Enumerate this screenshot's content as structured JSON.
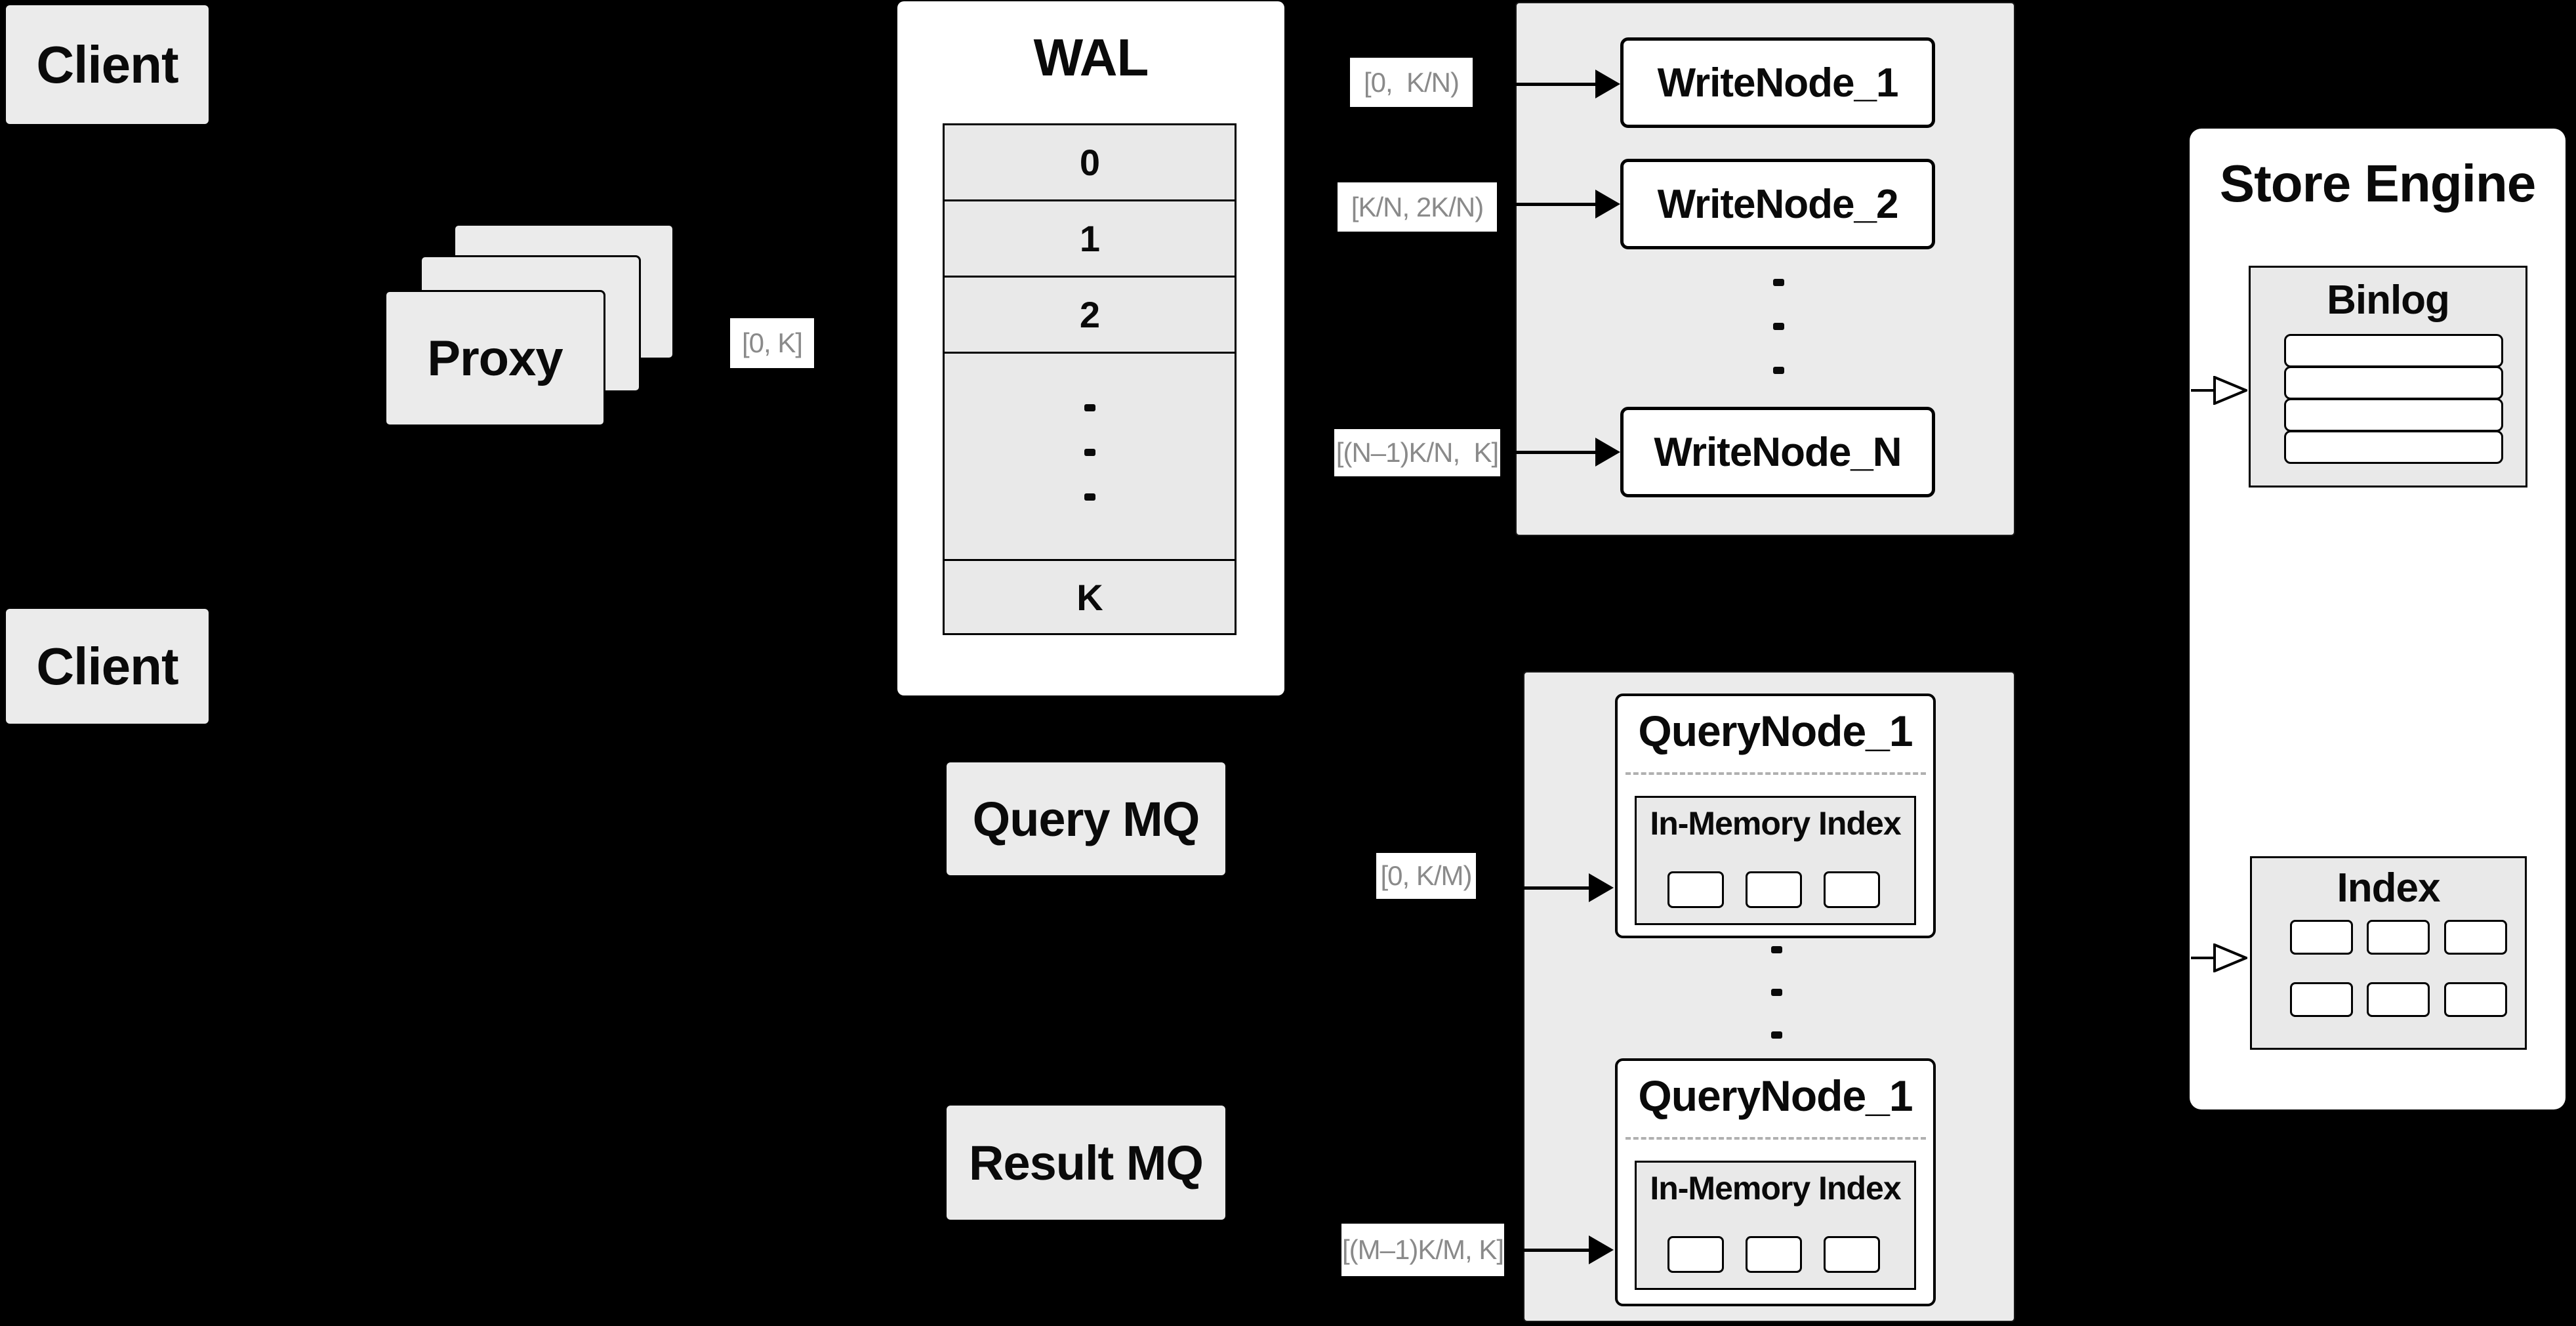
{
  "colors": {
    "background": "#000000",
    "panel_gray": "#ebebeb",
    "inner_gray": "#e9e9e9",
    "white": "#ffffff",
    "line_black": "#0a0a0a",
    "range_label_text": "#8a8a8a"
  },
  "icons": {
    "filled_arrow": "filled-right-arrowhead",
    "open_arrow": "hollow-right-arrowhead",
    "vertical_ellipsis": "three-stacked-dots"
  },
  "clients": {
    "top_label": "Client",
    "bottom_label": "Client"
  },
  "proxy": {
    "label": "Proxy",
    "range_label": "[0, K]"
  },
  "wal": {
    "title": "WAL",
    "segments": [
      "0",
      "1",
      "2"
    ],
    "last_segment": "K"
  },
  "write_group": {
    "node_labels": [
      "WriteNode_1",
      "WriteNode_2",
      "WriteNode_N"
    ],
    "range_labels": [
      "[0,  K/N)",
      "[K/N, 2K/N)",
      "[(N–1)K/N,  K]"
    ]
  },
  "mq": {
    "query_label": "Query MQ",
    "result_label": "Result MQ"
  },
  "query_group": {
    "range_labels": [
      "[0, K/M)",
      "[(M–1)K/M, K]"
    ],
    "nodes": [
      {
        "title": "QueryNode_1",
        "inner_title": "In-Memory Index"
      },
      {
        "title": "QueryNode_1",
        "inner_title": "In-Memory Index"
      }
    ]
  },
  "store_engine": {
    "title": "Store Engine",
    "binlog_title": "Binlog",
    "index_title": "Index"
  }
}
